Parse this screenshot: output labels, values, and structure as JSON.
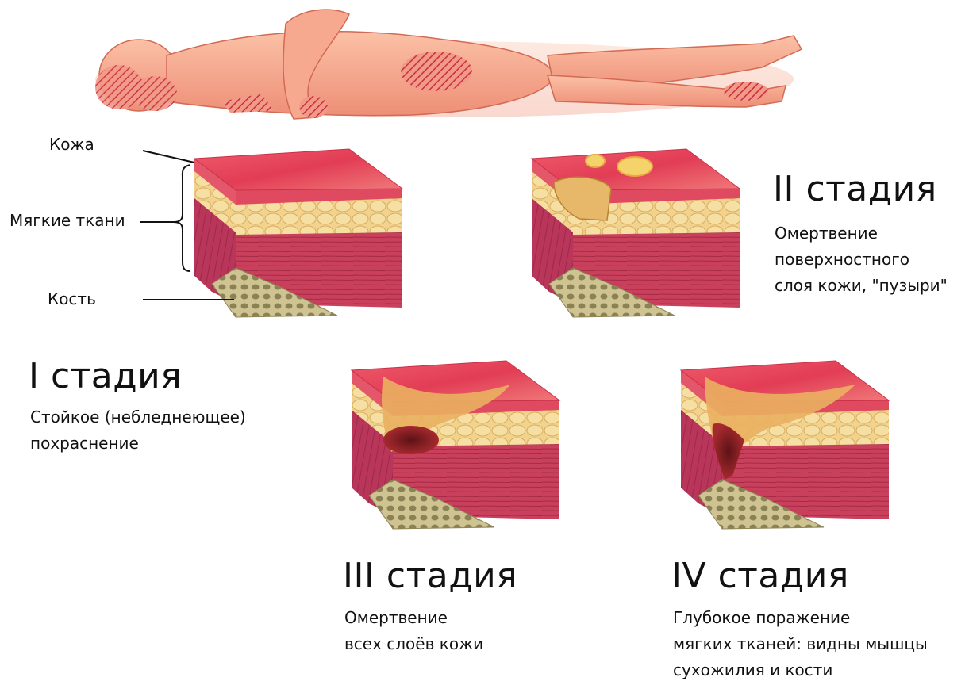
{
  "labels": {
    "skin": "Кожа",
    "soft_tissue": "Мягкие ткани",
    "bone": "Кость"
  },
  "stages": [
    {
      "title": "I стадия",
      "description": "Стойкое (небледнеющее)\nпохраснение"
    },
    {
      "title": "II стадия",
      "description": "Омертвение\nповерхностного\nслоя кожи, \"пузыри\""
    },
    {
      "title": "III стадия",
      "description": "Омертвение\nвсех слоёв кожи"
    },
    {
      "title": "IV стадия",
      "description": "Глубокое поражение\nмягких тканей: видны мышцы\nсухожилия и кости"
    }
  ],
  "colors": {
    "skin_body": "#f4a58a",
    "pressure_hatch": "#d9394a",
    "epidermis": "#e8506a",
    "fat": "#f2d48c",
    "muscle": "#c73a55",
    "bone": "#c6bc8a",
    "wound_dark": "#8a1f22"
  }
}
